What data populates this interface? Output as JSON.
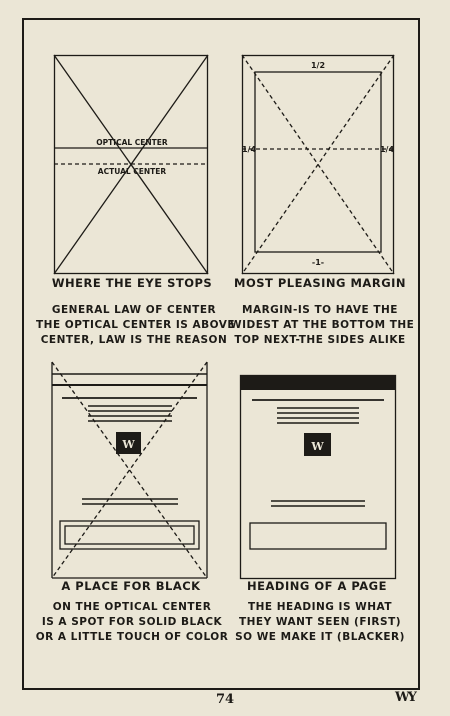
{
  "diagrams": {
    "eye_stops": {
      "optical_label": "OPTICAL CENTER",
      "actual_label": "ACTUAL CENTER",
      "caption": "WHERE THE EYE STOPS",
      "body": [
        "GENERAL LAW OF CENTER",
        "THE OPTICAL CENTER IS ABOVE",
        "CENTER, LAW IS THE REASON"
      ]
    },
    "margin": {
      "top_label": "1/2",
      "left_label": "1/4",
      "right_label": "1/4",
      "bottom_label": "-1-",
      "caption": "MOST PLEASING MARGIN",
      "body": [
        "MARGIN-IS TO HAVE THE",
        "WIDEST AT THE BOTTOM THE",
        "TOP NEXT-THE SIDES ALIKE"
      ]
    },
    "black_spot": {
      "monogram": "W",
      "caption": "A PLACE FOR BLACK",
      "body": [
        "ON THE OPTICAL CENTER",
        "IS A SPOT FOR SOLID BLACK",
        "OR A LITTLE TOUCH OF COLOR"
      ]
    },
    "heading": {
      "monogram": "W",
      "caption": "HEADING OF A PAGE",
      "body": [
        "THE HEADING IS WHAT",
        "THEY WANT SEEN (FIRST)",
        "SO WE MAKE IT (BLACKER)"
      ]
    }
  },
  "footer": {
    "page_number": "74",
    "monogram": "WY"
  }
}
